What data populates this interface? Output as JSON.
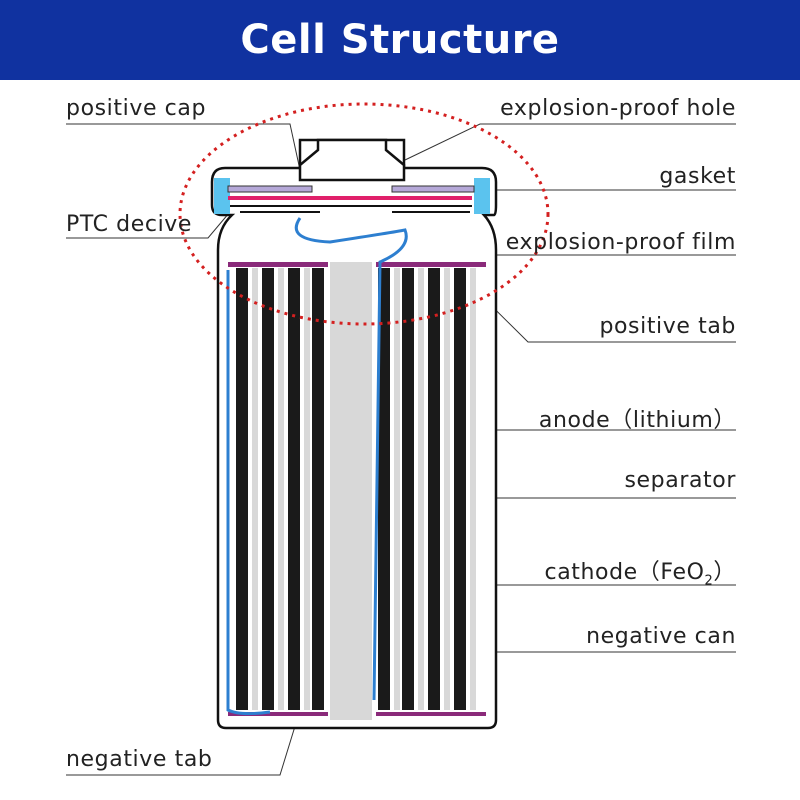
{
  "title": "Cell Structure",
  "labels": {
    "positive_cap": "positive cap",
    "ptc_device": "PTC decive",
    "negative_tab": "negative tab",
    "explosion_proof_hole": "explosion-proof hole",
    "gasket": "gasket",
    "explosion_proof_film": "explosion-proof film",
    "positive_tab": "positive tab",
    "anode": "anode（lithium）",
    "separator": "separator",
    "cathode_prefix": "cathode（Fe",
    "cathode_o": "O",
    "cathode_sub": "2",
    "cathode_suffix": "）",
    "negative_can": "negative can"
  },
  "colors": {
    "header_bg": "#1032a0",
    "title_text": "#ffffff",
    "electrode": "#1a1a1a",
    "separator_strip": "#d8d8d8",
    "tab_wire": "#2d7fd0",
    "collector": "#8a2a7a",
    "ptc": "#e0206a",
    "gasket": "#5bc3ee",
    "highlight_ellipse": "#d42020"
  }
}
